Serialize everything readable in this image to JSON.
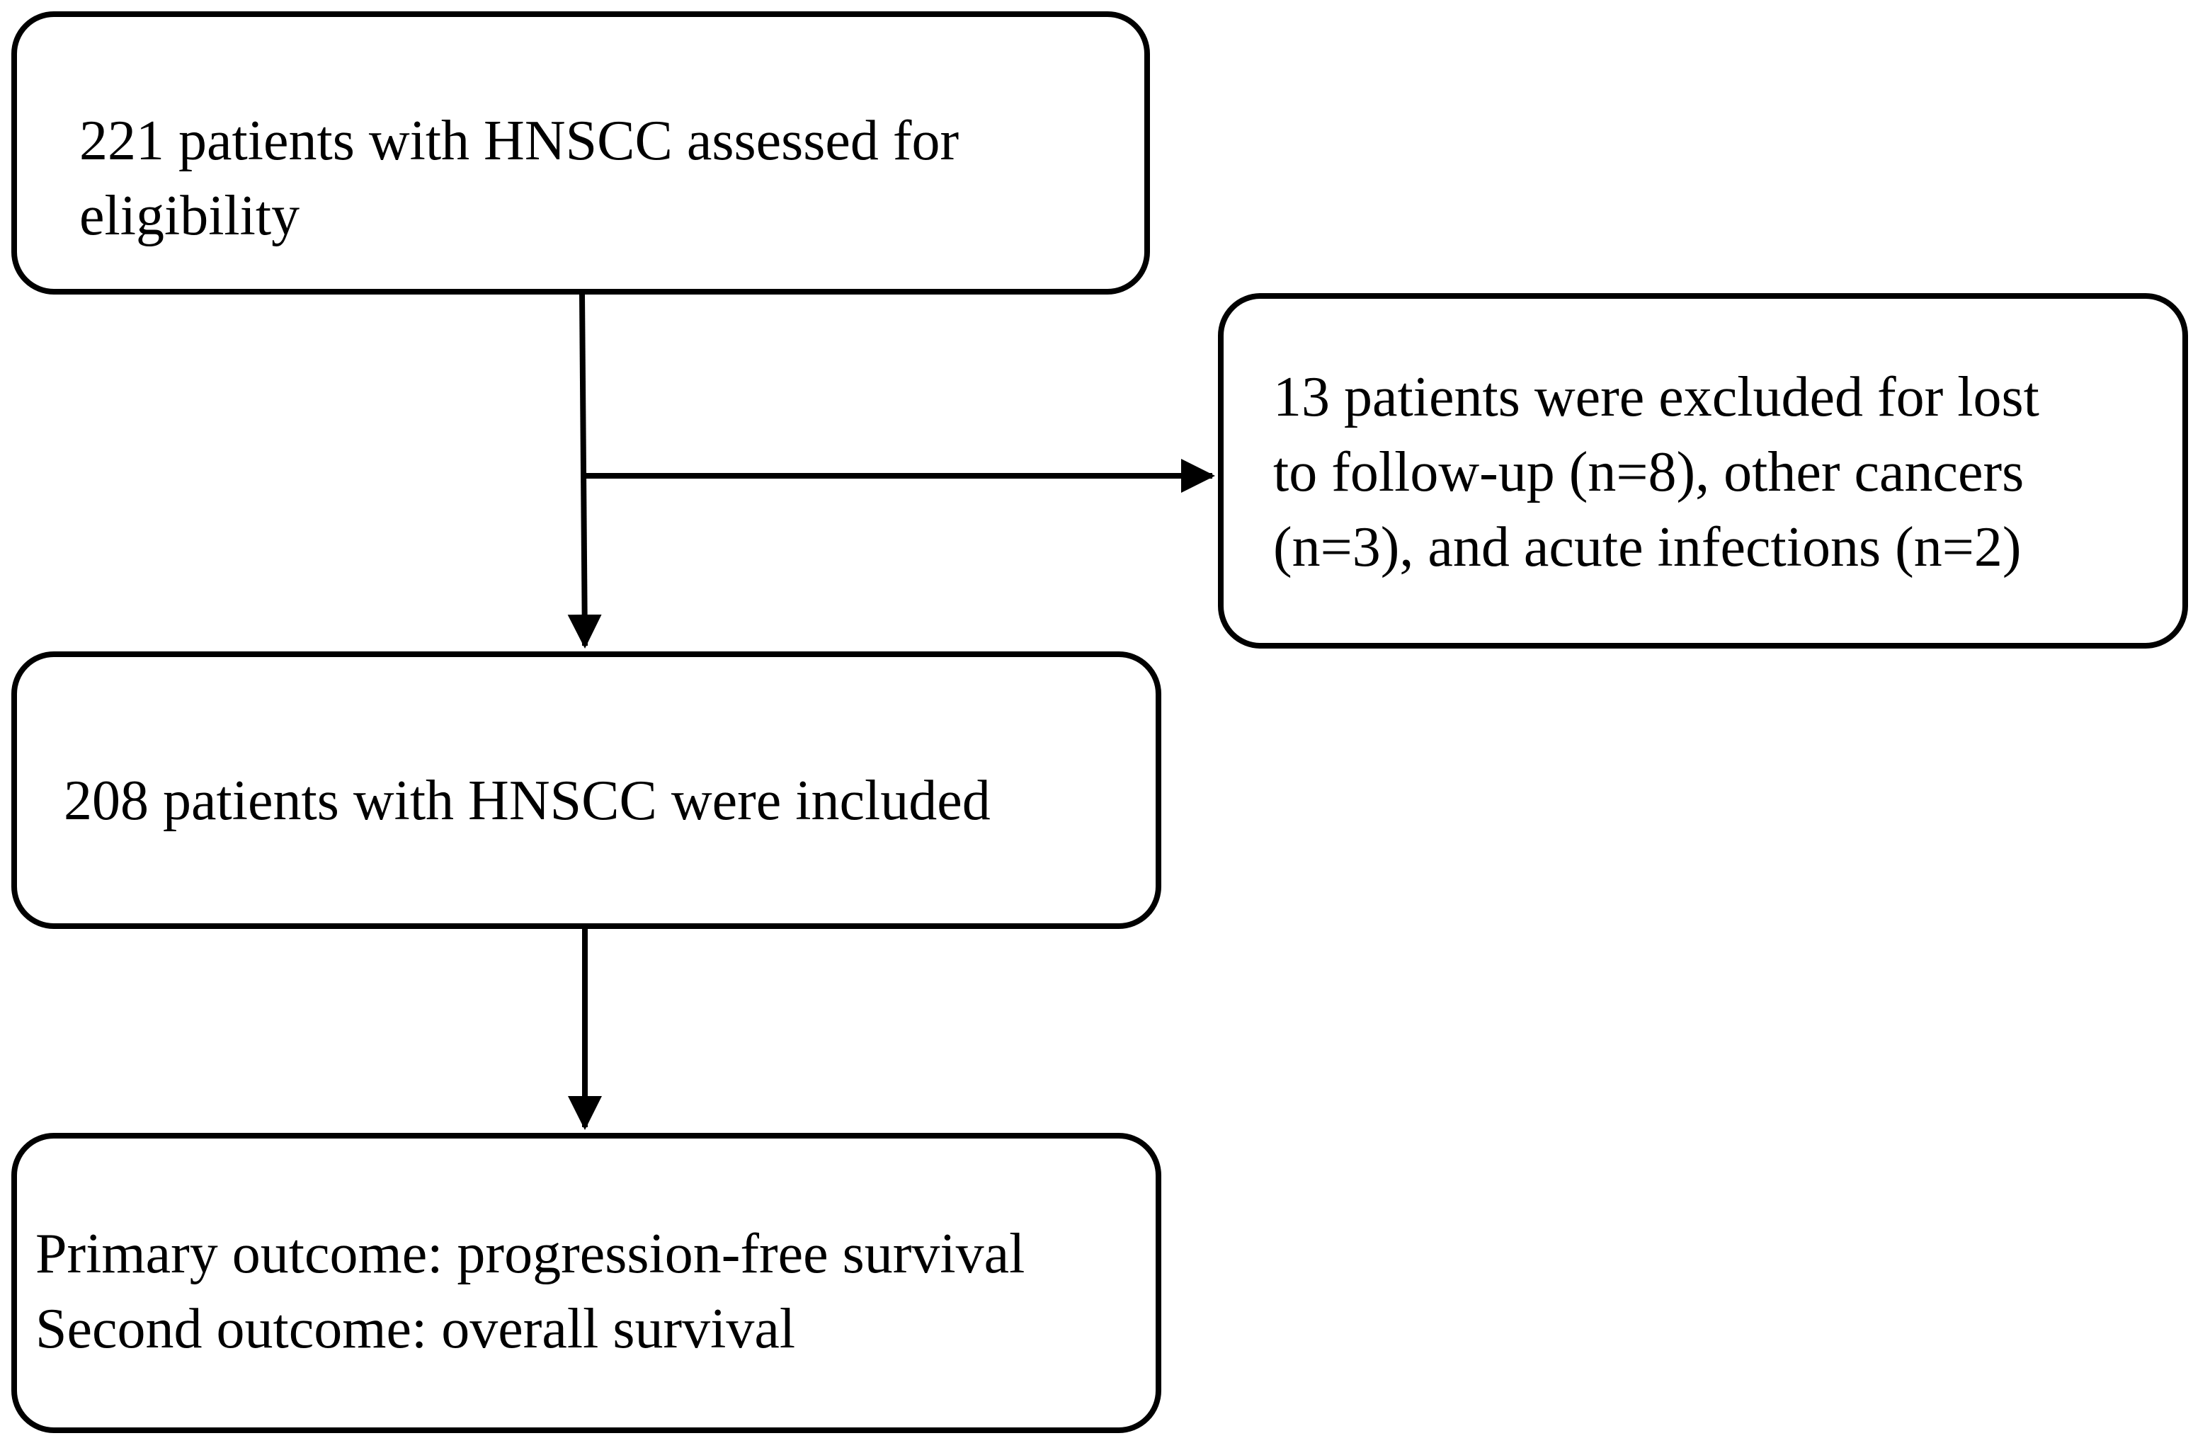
{
  "flowchart": {
    "assessed": {
      "lines": [
        "221 patients with HNSCC assessed for",
        "eligibility"
      ]
    },
    "excluded": {
      "lines": [
        "13 patients were excluded for lost",
        "to follow-up (n=8), other cancers",
        "(n=3), and acute infections (n=2)"
      ]
    },
    "included": {
      "lines": [
        "208 patients with HNSCC were included"
      ]
    },
    "outcomes": {
      "lines": [
        "Primary outcome: progression-free survival",
        "Second outcome: overall survival"
      ]
    }
  }
}
